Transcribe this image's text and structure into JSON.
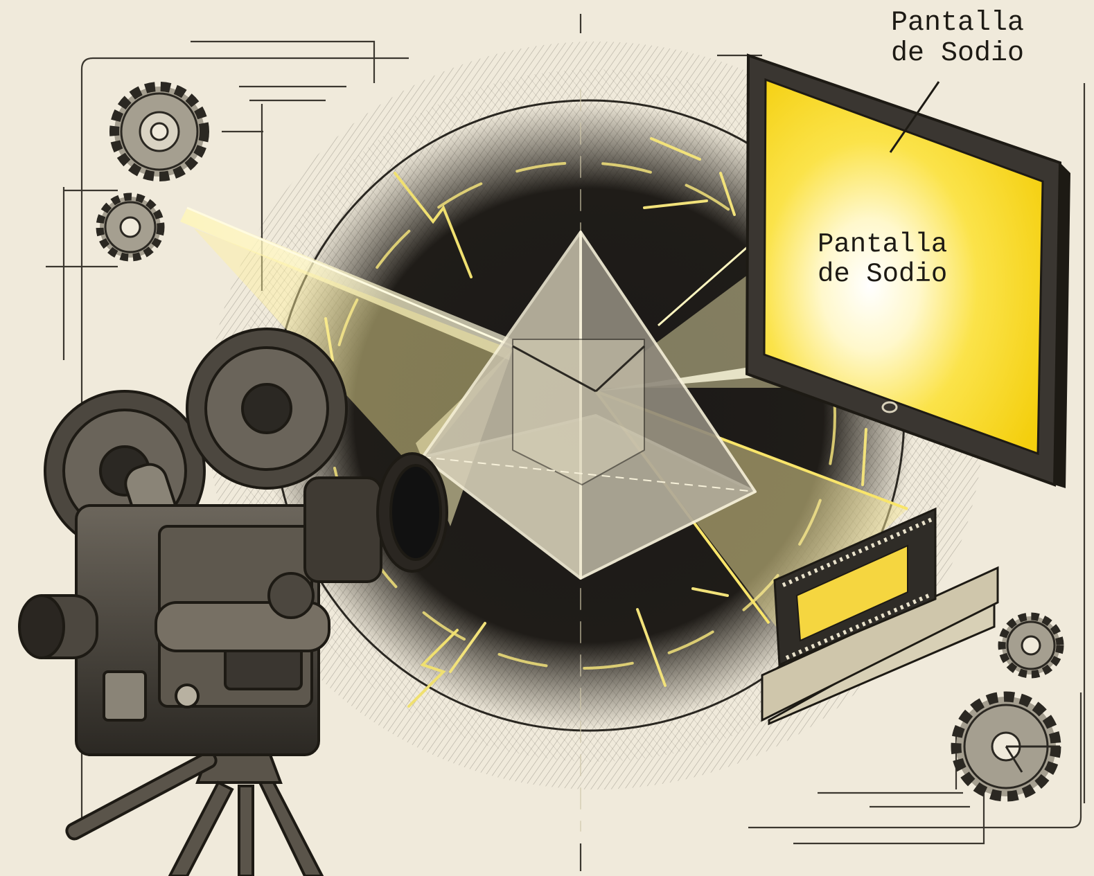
{
  "labels": {
    "callout": {
      "line1": "Pantalla",
      "line2": "de Sodio"
    },
    "screen": {
      "line1": "Pantalla",
      "line2": "de Sodio"
    }
  },
  "colors": {
    "paper": "#f0eadb",
    "ink": "#1d1a14",
    "sodium_yellow": "#f5d21f",
    "light_beam": "#fff6b8",
    "dark_field": "#1b1917"
  },
  "icons": [
    "film-camera-icon",
    "prism-icon",
    "monitor-screen-icon",
    "film-strip-icon",
    "gear-icon",
    "tripod-icon"
  ]
}
